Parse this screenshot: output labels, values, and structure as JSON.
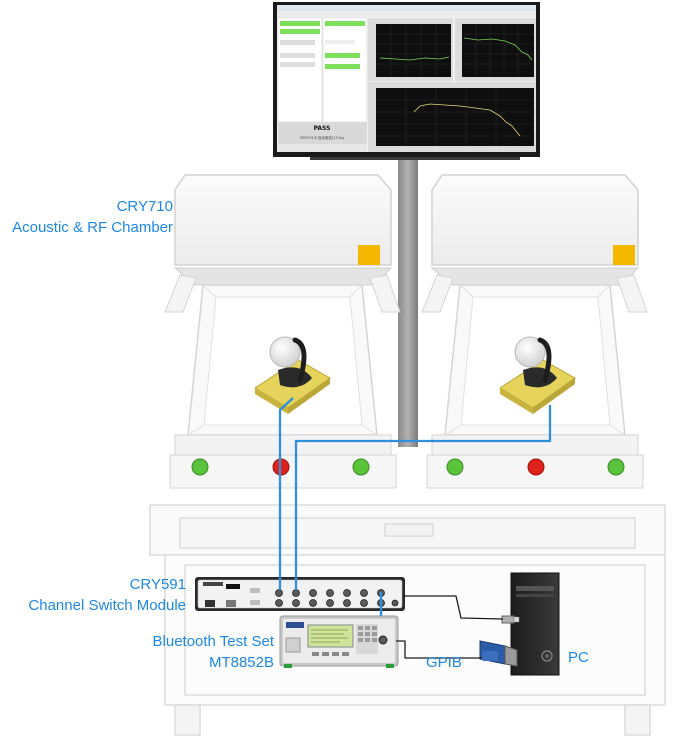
{
  "labels": {
    "chamber_line1": "CRY710",
    "chamber_line2": "Acoustic & RF Chamber",
    "switch_line1": "CRY591",
    "switch_line2": "Channel Switch Module",
    "bt_line1": "Bluetooth Test Set",
    "bt_line2": "MT8852B",
    "gpib": "GPIB",
    "pc": "PC"
  },
  "screen": {
    "result": "PASS",
    "status": "CRY574 B 自动测试(13.5s)"
  },
  "colors": {
    "cable": "#2f8fd8",
    "label": "#1e88e5",
    "led_green": "#59c43a",
    "led_red": "#e0201a",
    "warning_box": "#f5b800",
    "pass_green": "#7de05a"
  },
  "icons": {
    "monitor": "monitor-icon",
    "chamber": "test-chamber",
    "earbud": "bluetooth-earbud",
    "pc_tower": "pc-tower-icon",
    "usb": "usb-plug-icon",
    "gpib_connector": "gpib-connector-icon"
  }
}
